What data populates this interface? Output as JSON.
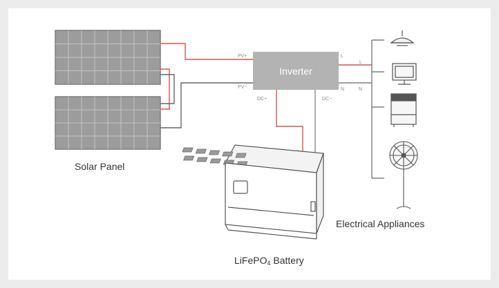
{
  "labels": {
    "solar_panel": "Solar Panel",
    "battery": "LiFePO4 Battery",
    "battery_prefix": "LiFePO",
    "battery_subscript": "4",
    "battery_suffix": " Battery",
    "appliances": "Electrical Appliances",
    "inverter": "Inverter"
  },
  "terminals": {
    "pv_pos": "PV+",
    "pv_neg": "PV−",
    "dc_pos": "DC+",
    "dc_neg": "DC−",
    "ac_l_out": "L",
    "ac_l": "L",
    "ac_n_out": "N",
    "ac_n": "N"
  },
  "icons": [
    "ceiling-lamp-icon",
    "monitor-icon",
    "fridge-icon",
    "fan-icon"
  ],
  "colors": {
    "positive_wire": "#d9534f",
    "negative_wire": "#666666",
    "inverter_fill": "#b3b3b3",
    "panel_fill": "#9c9c9c"
  }
}
